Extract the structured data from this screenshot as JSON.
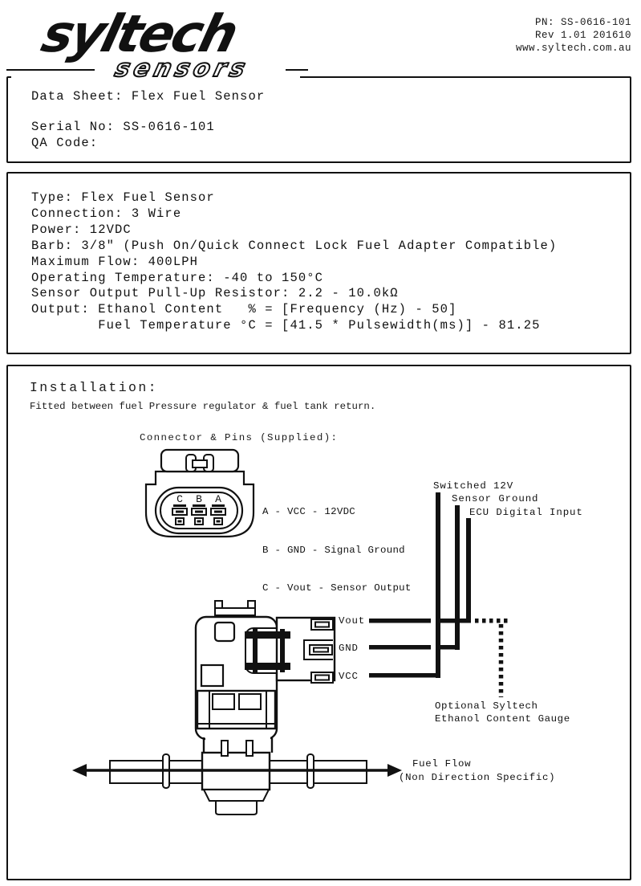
{
  "header": {
    "logo_primary": "syltech",
    "logo_secondary": "sensors",
    "part_number": "PN: SS-0616-101",
    "revision": "Rev 1.01 201610",
    "website": "www.syltech.com.au"
  },
  "identity": {
    "title": "Data Sheet: Flex Fuel Sensor",
    "serial": "Serial No: SS-0616-101",
    "qa_code": "QA Code:"
  },
  "specs": {
    "lines": [
      "Type: Flex Fuel Sensor",
      "Connection: 3 Wire",
      "Power: 12VDC",
      "Barb: 3/8\" (Push On/Quick Connect Lock Fuel Adapter Compatible)",
      "Maximum Flow: 400LPH",
      "Operating Temperature: -40 to 150°C",
      "Sensor Output Pull-Up Resistor: 2.2 - 10.0kΩ",
      "Output: Ethanol Content   % = [Frequency (Hz) - 50]",
      "        Fuel Temperature °C = [41.5 * Pulsewidth(ms)] - 81.25"
    ]
  },
  "installation": {
    "title": "Installation:",
    "subtitle": "Fitted between fuel Pressure regulator & fuel tank return.",
    "connector_label": "Connector & Pins (Supplied):",
    "pin_letters": {
      "left": "C",
      "middle": "B",
      "right": "A"
    },
    "pins": {
      "a": "A - VCC - 12VDC",
      "b": "B - GND - Signal Ground",
      "c": "C - Vout - Sensor Output"
    },
    "wires": {
      "w1": "Switched 12V",
      "w2": "Sensor Ground",
      "w3": "ECU Digital Input"
    },
    "terminals": {
      "vout": "Vout",
      "gnd": "GND",
      "vcc": "VCC"
    },
    "gauge_note_1": "Optional Syltech",
    "gauge_note_2": "Ethanol Content Gauge",
    "flow_label_1": "Fuel Flow",
    "flow_label_2": "(Non Direction Specific)"
  },
  "colors": {
    "ink": "#111111",
    "paper": "#ffffff"
  }
}
